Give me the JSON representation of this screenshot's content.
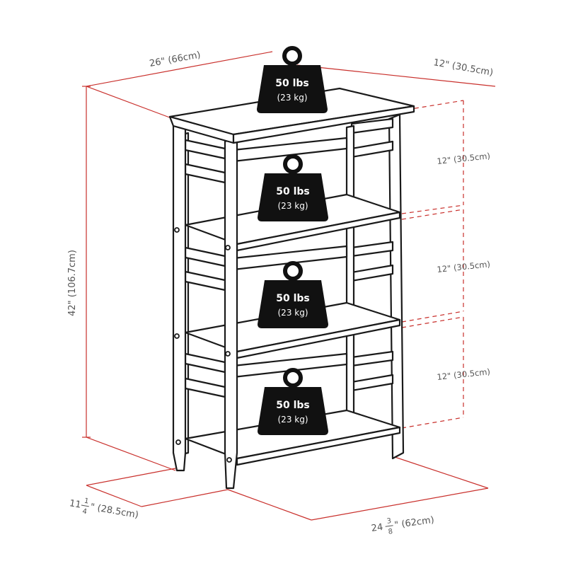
{
  "dimensions": {
    "width": "26\"  (66cm)",
    "depth_top": "12\"  (30.5cm)",
    "height": "42\"  (106.7cm)",
    "shelf_gap_1": "12\"  (30.5cm)",
    "shelf_gap_2": "12\"  (30.5cm)",
    "shelf_gap_3": "12\"  (30.5cm)",
    "inner_depth_whole": "11",
    "inner_depth_num": "1",
    "inner_depth_den": "4",
    "inner_depth_rest": "\"  (28.5cm)",
    "inner_width_whole": "24",
    "inner_width_num": "3",
    "inner_width_den": "8",
    "inner_width_rest": "\"  (62cm)"
  },
  "weights": [
    {
      "lbs": "50 lbs",
      "kg": "(23 kg)"
    },
    {
      "lbs": "50 lbs",
      "kg": "(23 kg)"
    },
    {
      "lbs": "50 lbs",
      "kg": "(23 kg)"
    },
    {
      "lbs": "50 lbs",
      "kg": "(23 kg)"
    }
  ],
  "colors": {
    "dimension_line": "#c9302c",
    "outline": "#1a1a1a",
    "weight_fill": "#111111",
    "dimension_text": "#555555"
  }
}
